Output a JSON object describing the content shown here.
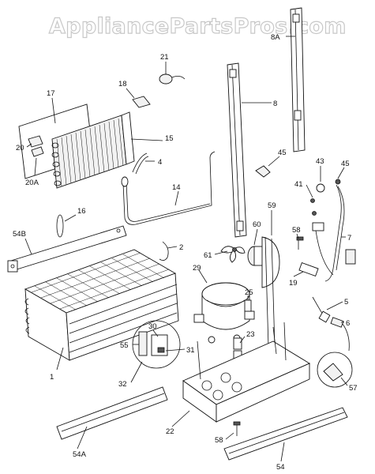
{
  "watermark": "AppliancePartsPros.com",
  "callouts": {
    "c21": "21",
    "c18": "18",
    "c17": "17",
    "c15": "15",
    "c20": "20",
    "c20A": "20A",
    "c4": "4",
    "c14": "14",
    "c16": "16",
    "c54B": "54B",
    "c2": "2",
    "c1": "1",
    "c8A": "8A",
    "c8": "8",
    "c45a": "45",
    "c43": "43",
    "c45b": "45",
    "c41": "41",
    "c7": "7",
    "c59": "59",
    "c60": "60",
    "c58a": "58",
    "c61": "61",
    "c29": "29",
    "c19": "19",
    "c5": "5",
    "c6": "6",
    "c25": "25",
    "c30": "30",
    "c31": "31",
    "c55": "55",
    "c32": "32",
    "c23": "23",
    "c57": "57",
    "c22": "22",
    "c58b": "58",
    "c54A": "54A",
    "c54": "54"
  }
}
